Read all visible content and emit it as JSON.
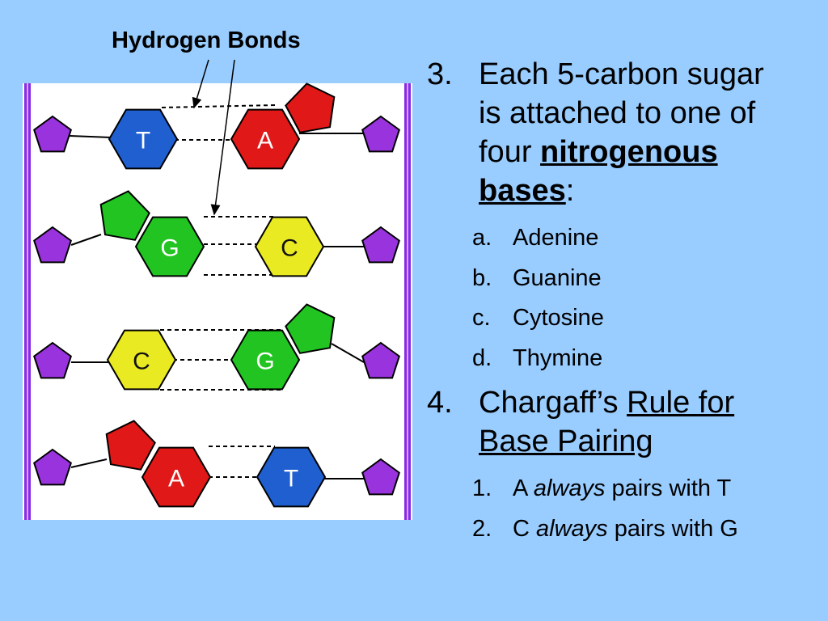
{
  "diagram": {
    "title": "Hydrogen Bonds",
    "pairs": [
      {
        "left": "T",
        "right": "A"
      },
      {
        "left": "G",
        "right": "C"
      },
      {
        "left": "C",
        "right": "G"
      },
      {
        "left": "A",
        "right": "T"
      }
    ],
    "colors": {
      "T": "#1f5fd0",
      "A": "#e01818",
      "G": "#22c422",
      "C": "#eaea22",
      "sugar": "#9933dd",
      "backbone": "#9933dd",
      "panel": "#ffffff",
      "background": "#99ccff"
    }
  },
  "text": {
    "item3": {
      "number": "3.",
      "line1": "Each 5-carbon sugar",
      "line2": "is attached to one of",
      "line3_prefix": "four ",
      "term_line1": "nitrogenous",
      "term_line2": "bases",
      "suffix": ":",
      "bases": [
        {
          "marker": "a.",
          "name": "Adenine"
        },
        {
          "marker": "b.",
          "name": "Guanine"
        },
        {
          "marker": "c.",
          "name": "Cytosine"
        },
        {
          "marker": "d.",
          "name": "Thymine"
        }
      ]
    },
    "item4": {
      "number": "4.",
      "prefix": "Chargaff’s ",
      "rule_line1": "Rule for",
      "rule_line2": "Base Pairing",
      "rules": [
        {
          "marker": "1.",
          "a": "A ",
          "em": "always",
          "b": " pairs with T"
        },
        {
          "marker": "2.",
          "a": "C ",
          "em": "always",
          "b": " pairs with G"
        }
      ]
    }
  }
}
